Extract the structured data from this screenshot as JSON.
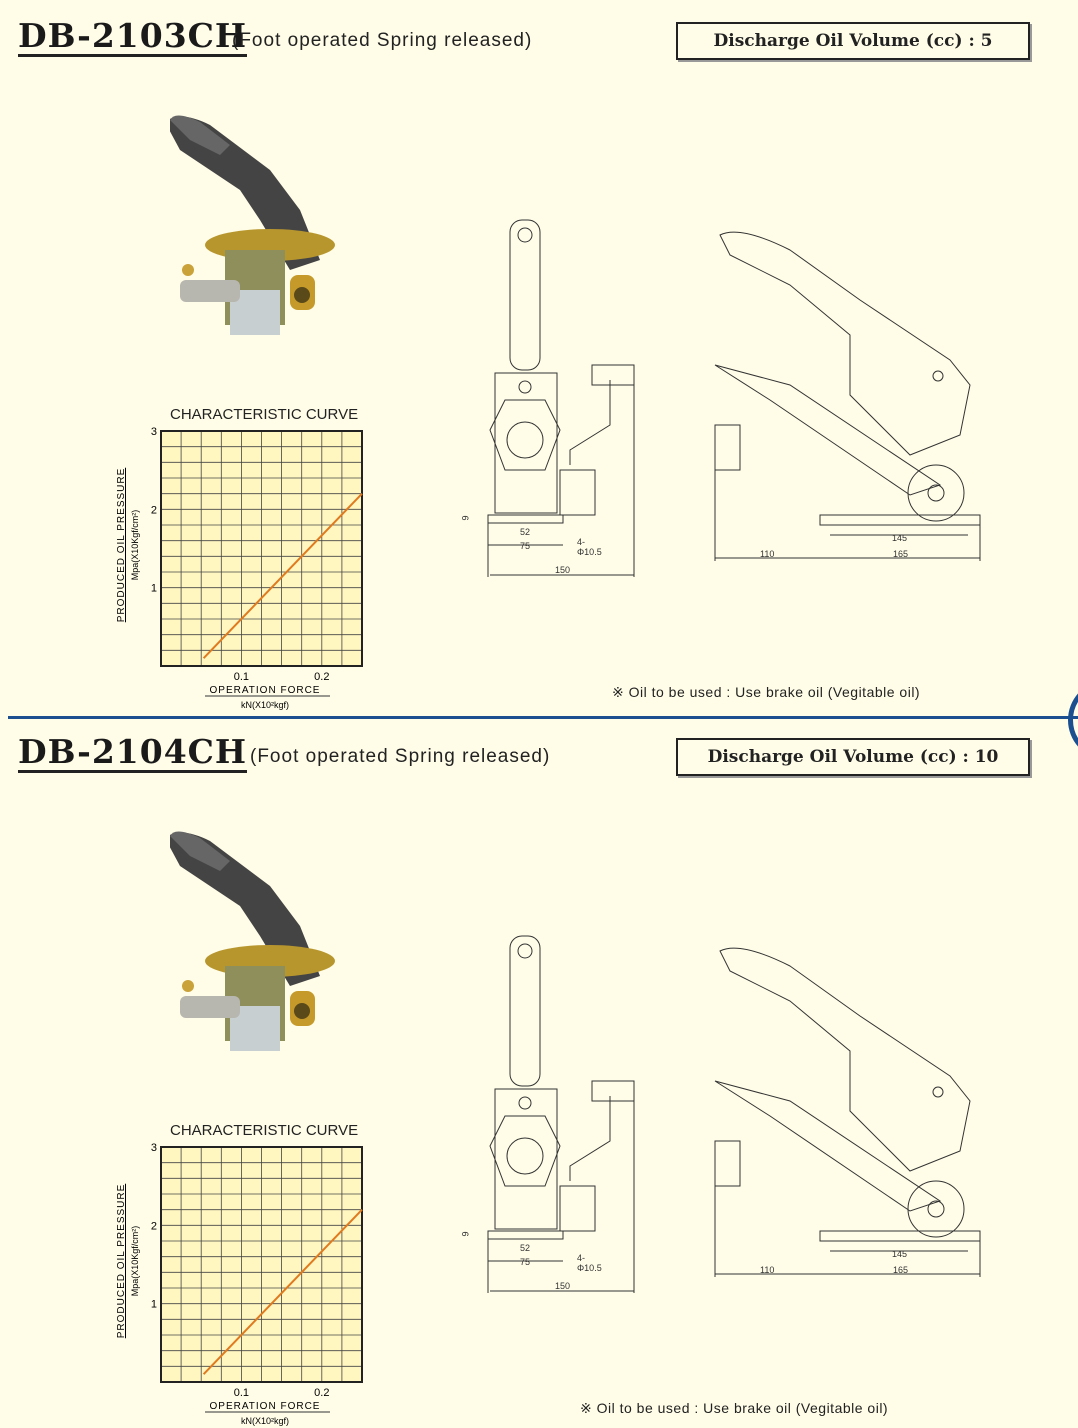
{
  "sections": [
    {
      "model": "DB-2103CH",
      "subtitle": "(Foot operated Spring released)",
      "volume_label": "Discharge Oil Volume (cc) : 5",
      "chart_title": "CHARACTERISTIC CURVE",
      "note": "※  Oil  to  be  used : Use brake oil (Vegitable oil)",
      "dims": {
        "d9": "9",
        "d52": "52",
        "d75": "75",
        "d150": "150",
        "holes": "4-Φ10.5",
        "d110": "110",
        "d145": "145",
        "d165": "165"
      }
    },
    {
      "model": "DB-2104CH",
      "subtitle": "(Foot operated Spring released)",
      "volume_label": "Discharge Oil Volume (cc) :  10",
      "chart_title": "CHARACTERISTIC CURVE",
      "note": "※  Oil  to  be  used : Use brake oil (Vegitable oil)",
      "dims": {
        "d9": "9",
        "d52": "52",
        "d75": "75",
        "d150": "150",
        "holes": "4-Φ10.5",
        "d110": "110",
        "d145": "145",
        "d165": "165"
      }
    }
  ],
  "chart_data": [
    {
      "type": "line",
      "title": "CHARACTERISTIC CURVE",
      "xlabel": "OPERATION FORCE",
      "xunit": "kN(X10²kgf)",
      "ylabel": "PRODUCED OIL PRESSURE",
      "yunit": "Mpa(X10Kgf/cm²)",
      "xlim": [
        0,
        0.25
      ],
      "ylim": [
        0,
        3
      ],
      "xticks": [
        "0.1",
        "0.2"
      ],
      "xtick_values": [
        0.1,
        0.2
      ],
      "yticks": [
        "1",
        "2",
        "3"
      ],
      "ytick_values": [
        1,
        2,
        3
      ],
      "grid": true,
      "series": [
        {
          "name": "pressure",
          "x": [
            0.053,
            0.25
          ],
          "y": [
            0.1,
            2.2
          ],
          "color": "#e07a1e"
        }
      ]
    },
    {
      "type": "line",
      "title": "CHARACTERISTIC CURVE",
      "xlabel": "OPERATION FORCE",
      "xunit": "kN(X10²kgf)",
      "ylabel": "PRODUCED OIL PRESSURE",
      "yunit": "Mpa(X10Kgf/cm²)",
      "xlim": [
        0,
        0.25
      ],
      "ylim": [
        0,
        3
      ],
      "xticks": [
        "0.1",
        "0.2"
      ],
      "xtick_values": [
        0.1,
        0.2
      ],
      "yticks": [
        "1",
        "2",
        "3"
      ],
      "ytick_values": [
        1,
        2,
        3
      ],
      "grid": true,
      "series": [
        {
          "name": "pressure",
          "x": [
            0.053,
            0.25
          ],
          "y": [
            0.1,
            2.2
          ],
          "color": "#e07a1e"
        }
      ]
    }
  ]
}
